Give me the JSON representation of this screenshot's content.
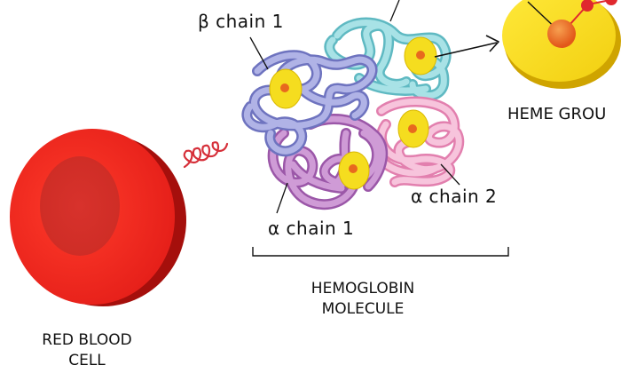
{
  "labels": {
    "beta_chain_1": "β chain 1",
    "alpha_chain_2": "α chain 2",
    "alpha_chain_1": "α chain 1",
    "heme_group": "HEME GROU",
    "hemoglobin_line1": "HEMOGLOBIN",
    "hemoglobin_line2": "MOLECULE",
    "rbc_line1": "RED BLOOD",
    "rbc_line2": "CELL"
  },
  "colors": {
    "red_cell": "#e8231e",
    "red_cell_dark": "#9c0f0b",
    "beta_chain_1": "#8a8fd0",
    "beta_chain_2": "#8fd3d8",
    "alpha_chain_1": "#b77ec0",
    "alpha_chain_2": "#f0a9c9",
    "heme_yellow": "#f5dd1f",
    "heme_center": "#e8691e",
    "oxygen": "#e0282e"
  }
}
